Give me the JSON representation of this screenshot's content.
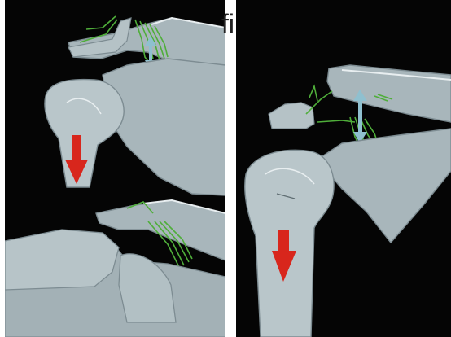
{
  "image": {
    "partial_label": "fi",
    "panels": [
      {
        "id": "left",
        "subject": "shoulder-illustration-left"
      },
      {
        "id": "right",
        "subject": "shoulder-illustration-right"
      }
    ],
    "colors": {
      "background": "#050505",
      "bone": "#a8b6bb",
      "bone_shadow": "#7d8c92",
      "bone_highlight": "#e8eef0",
      "ligament": "#4fae3a",
      "arrow_red": "#d8261c",
      "arrow_blue": "#8fc0cf"
    }
  }
}
